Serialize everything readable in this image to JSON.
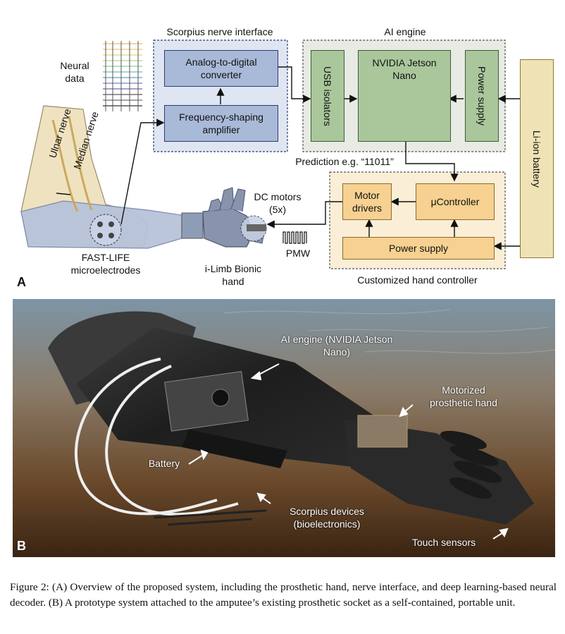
{
  "panel_a": {
    "letter": "A",
    "neural_data_label": "Neural data",
    "nerve_labels": [
      "Ulnar nerve",
      "Median nerve"
    ],
    "microelectrodes_label": "FAST-LIFE microelectrodes",
    "hand_label": "i-Limb Bionic hand",
    "motors_label": "DC motors (5x)",
    "pmw_label": "PMW",
    "scorpius": {
      "title": "Scorpius nerve interface",
      "adc": "Analog-to-digital converter",
      "amp": "Frequency-shaping amplifier"
    },
    "ai_engine": {
      "title": "AI engine",
      "usb": "USB isolators",
      "jetson": "NVIDIA Jetson Nano",
      "power": "Power supply"
    },
    "battery": "Li-ion battery",
    "prediction": "Prediction e.g. “11011”",
    "hand_controller": {
      "title": "Customized hand controller",
      "motor_drivers": "Motor drivers",
      "ucontroller": "μController",
      "power": "Power supply"
    }
  },
  "panel_b": {
    "letter": "B",
    "annotations": {
      "ai_engine": "AI engine (NVIDIA Jetson Nano)",
      "motorized": "Motorized prosthetic hand",
      "battery": "Battery",
      "scorpius": "Scorpius devices (bioelectronics)",
      "touch": "Touch sensors"
    }
  },
  "caption": "Figure 2: (A) Overview of the proposed system, including the prosthetic hand, nerve interface, and deep learning-based neural decoder. (B) A prototype system attached to the amputee’s existing prosthetic socket as a self-contained, portable unit.",
  "colors": {
    "blue_fill": "#a9b9d8",
    "blue_panel": "#dfe6f2",
    "green_fill": "#aac79c",
    "green_panel": "#e7ebe3",
    "orange_fill": "#f6d191",
    "orange_panel": "#fbeed6",
    "battery_fill": "#efe3b5"
  }
}
